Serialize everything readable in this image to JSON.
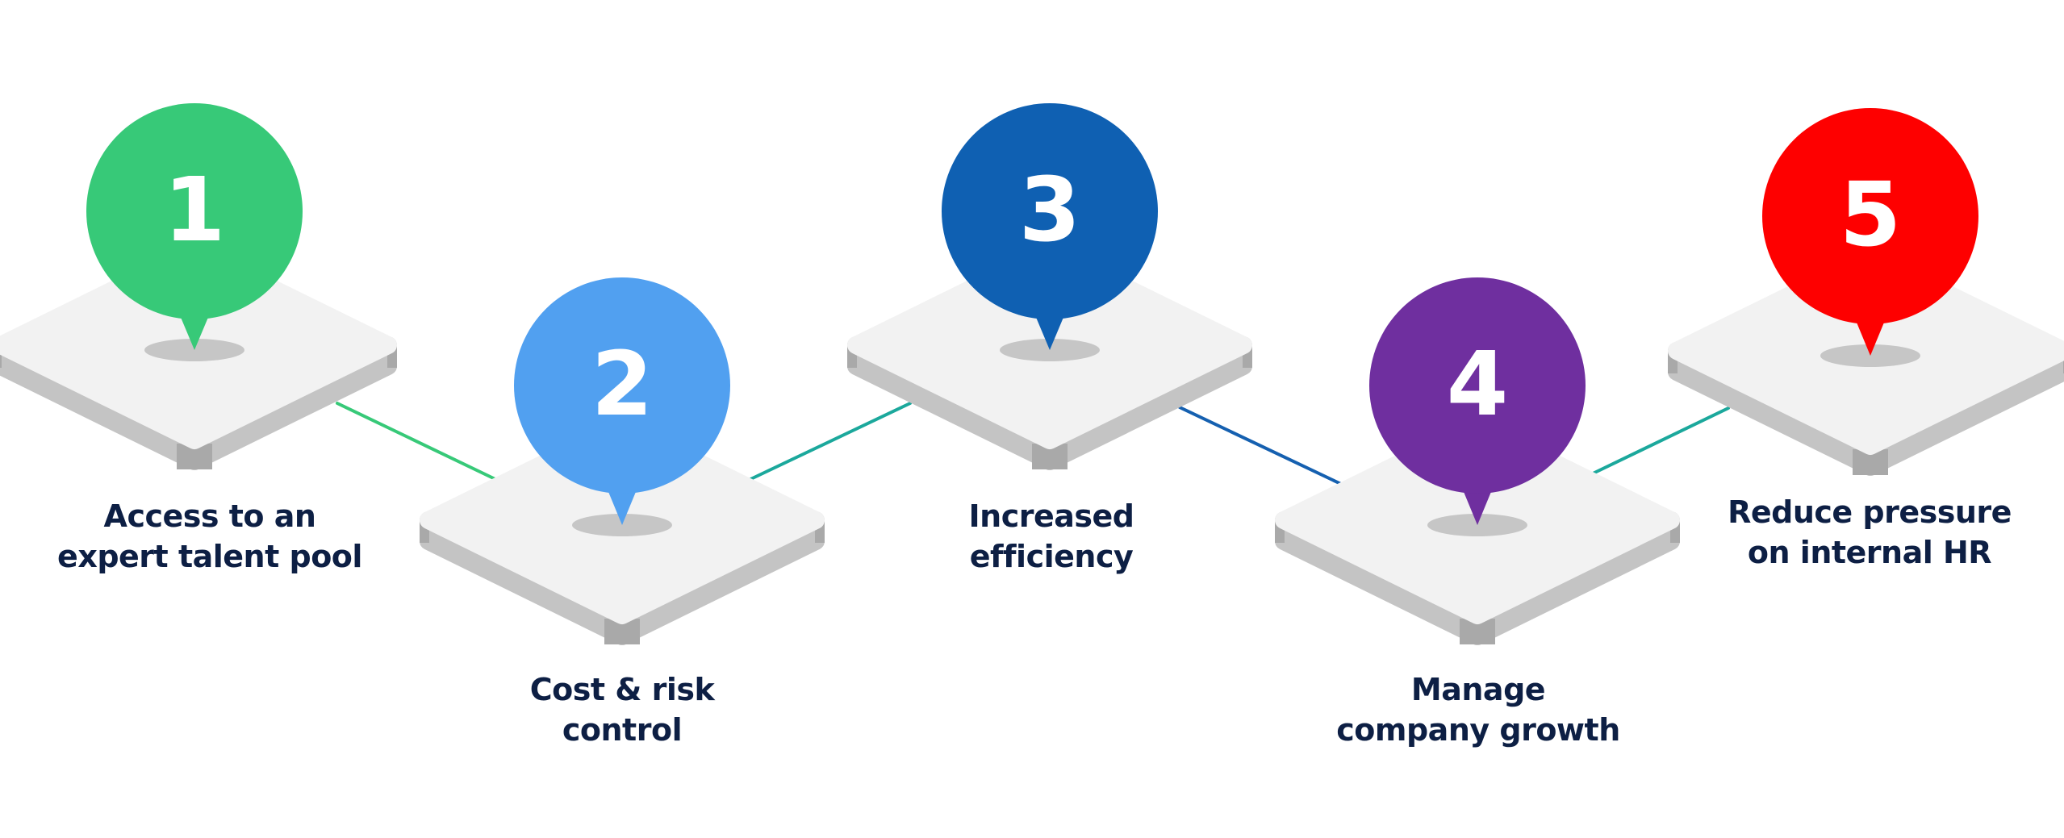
{
  "steps": [
    {
      "number": "1",
      "label_lines": [
        "Access to an",
        "expert talent pool"
      ],
      "color": "#37c978"
    },
    {
      "number": "2",
      "label_lines": [
        "Cost & risk",
        "control"
      ],
      "color": "#51a0f0"
    },
    {
      "number": "3",
      "label_lines": [
        "Increased",
        "efficiency"
      ],
      "color": "#0f60b2"
    },
    {
      "number": "4",
      "label_lines": [
        "Manage",
        "company growth"
      ],
      "color": "#6f2f9f"
    },
    {
      "number": "5",
      "label_lines": [
        "Reduce pressure",
        "on internal HR"
      ],
      "color": "#fe0000"
    }
  ],
  "connector_colors": [
    "#37c978",
    "#1ba89c",
    "#1ba89c",
    "#1560b0",
    "#1ba89c"
  ],
  "text_color": "#0d1f44",
  "platform": {
    "top": "#f2f2f2",
    "side": "#c4c4c4",
    "dark_side": "#a9a9a9",
    "spot": "#c6c6c6"
  }
}
